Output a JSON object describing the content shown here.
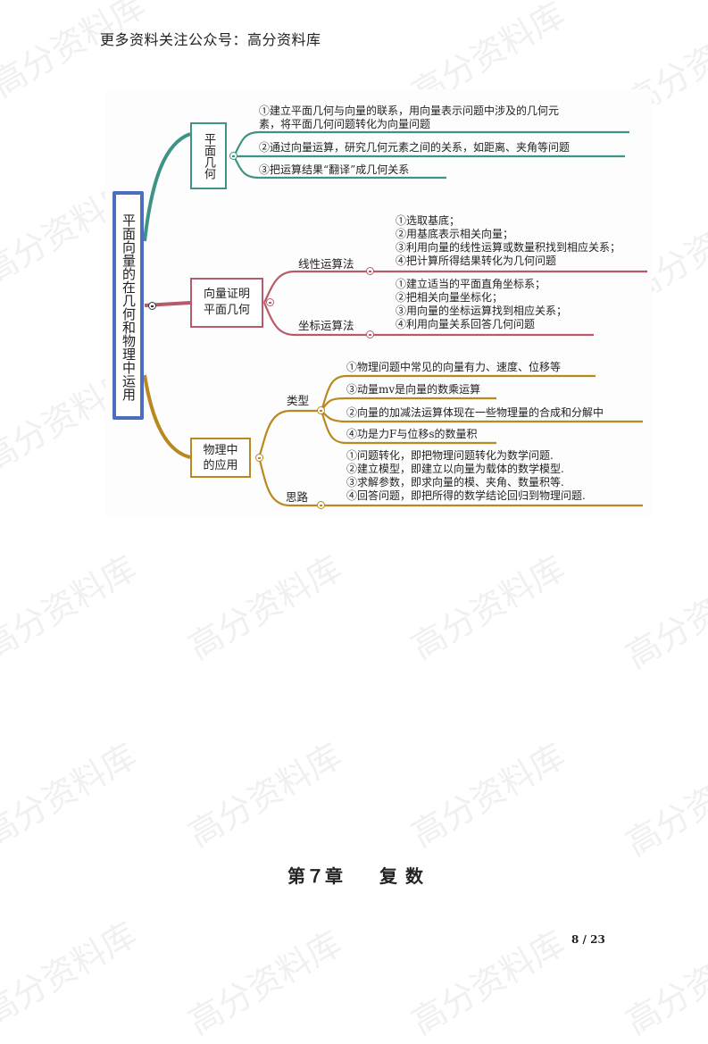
{
  "header": {
    "text": "更多资料关注公众号：高分资料库"
  },
  "watermark": {
    "text": "高分资料库"
  },
  "mindmap": {
    "root": {
      "label": "平面向量的在几何和物理中运用",
      "color": "#4a6fbe"
    },
    "branches": [
      {
        "label": "平面几何",
        "color": "#3d9384",
        "items": [
          {
            "line1": "①建立平面几何与向量的联系，用向量表示问题中涉及的几何元",
            "line2": "素，将平面几何问题转化为向量问题"
          },
          {
            "line1": "②通过向量运算，研究几何元素之间的关系，如距离、夹角等问题"
          },
          {
            "line1": "③把运算结果“翻译”成几何关系"
          }
        ]
      },
      {
        "label": "向量证明平面几何",
        "label_line1": "向量证明",
        "label_line2": "平面几何",
        "color": "#b85a6a",
        "subs": [
          {
            "label": "线性运算法",
            "lines": [
              "①选取基底；",
              "②用基底表示相关向量；",
              "③利用向量的线性运算或数量积找到相应关系；",
              "④把计算所得结果转化为几何问题"
            ]
          },
          {
            "label": "坐标运算法",
            "lines": [
              "①建立适当的平面直角坐标系；",
              "②把相关向量坐标化；",
              "③用向量的坐标运算找到相应关系；",
              "④利用向量关系回答几何问题"
            ]
          }
        ]
      },
      {
        "label": "物理中的应用",
        "label_line1": "物理中",
        "label_line2": "的应用",
        "color": "#b8891f",
        "subs": [
          {
            "label": "类型",
            "items": [
              "①物理问题中常见的向量有力、速度、位移等",
              "③动量mv是向量的数乘运算",
              "②向量的加减法运算体现在一些物理量的合成和分解中",
              "④功是力F与位移s的数量积"
            ]
          },
          {
            "label": "思路",
            "lines": [
              "①问题转化，即把物理问题转化为数学问题.",
              "②建立模型，即建立以向量为载体的数学模型.",
              "③求解参数，即求向量的模、夹角、数量积等.",
              "④回答问题，即把所得的数学结论回归到物理问题."
            ]
          }
        ]
      }
    ]
  },
  "chapter": {
    "number": "第７章",
    "title": "复 数"
  },
  "footer": {
    "page": "8 / 23"
  }
}
